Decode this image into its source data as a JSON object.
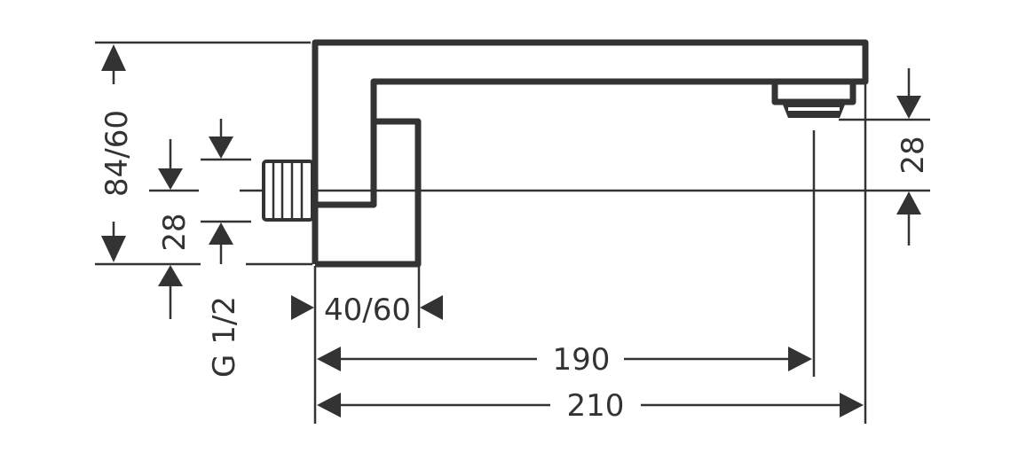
{
  "dimensions": {
    "height_total": "84/60",
    "inlet_offset": "28",
    "thread": "G 1/2",
    "wall_plate_width": "40/60",
    "projection_to_outlet": "190",
    "projection_total": "210",
    "outlet_drop": "28"
  },
  "colors": {
    "line": "#333333",
    "background": "#ffffff"
  }
}
